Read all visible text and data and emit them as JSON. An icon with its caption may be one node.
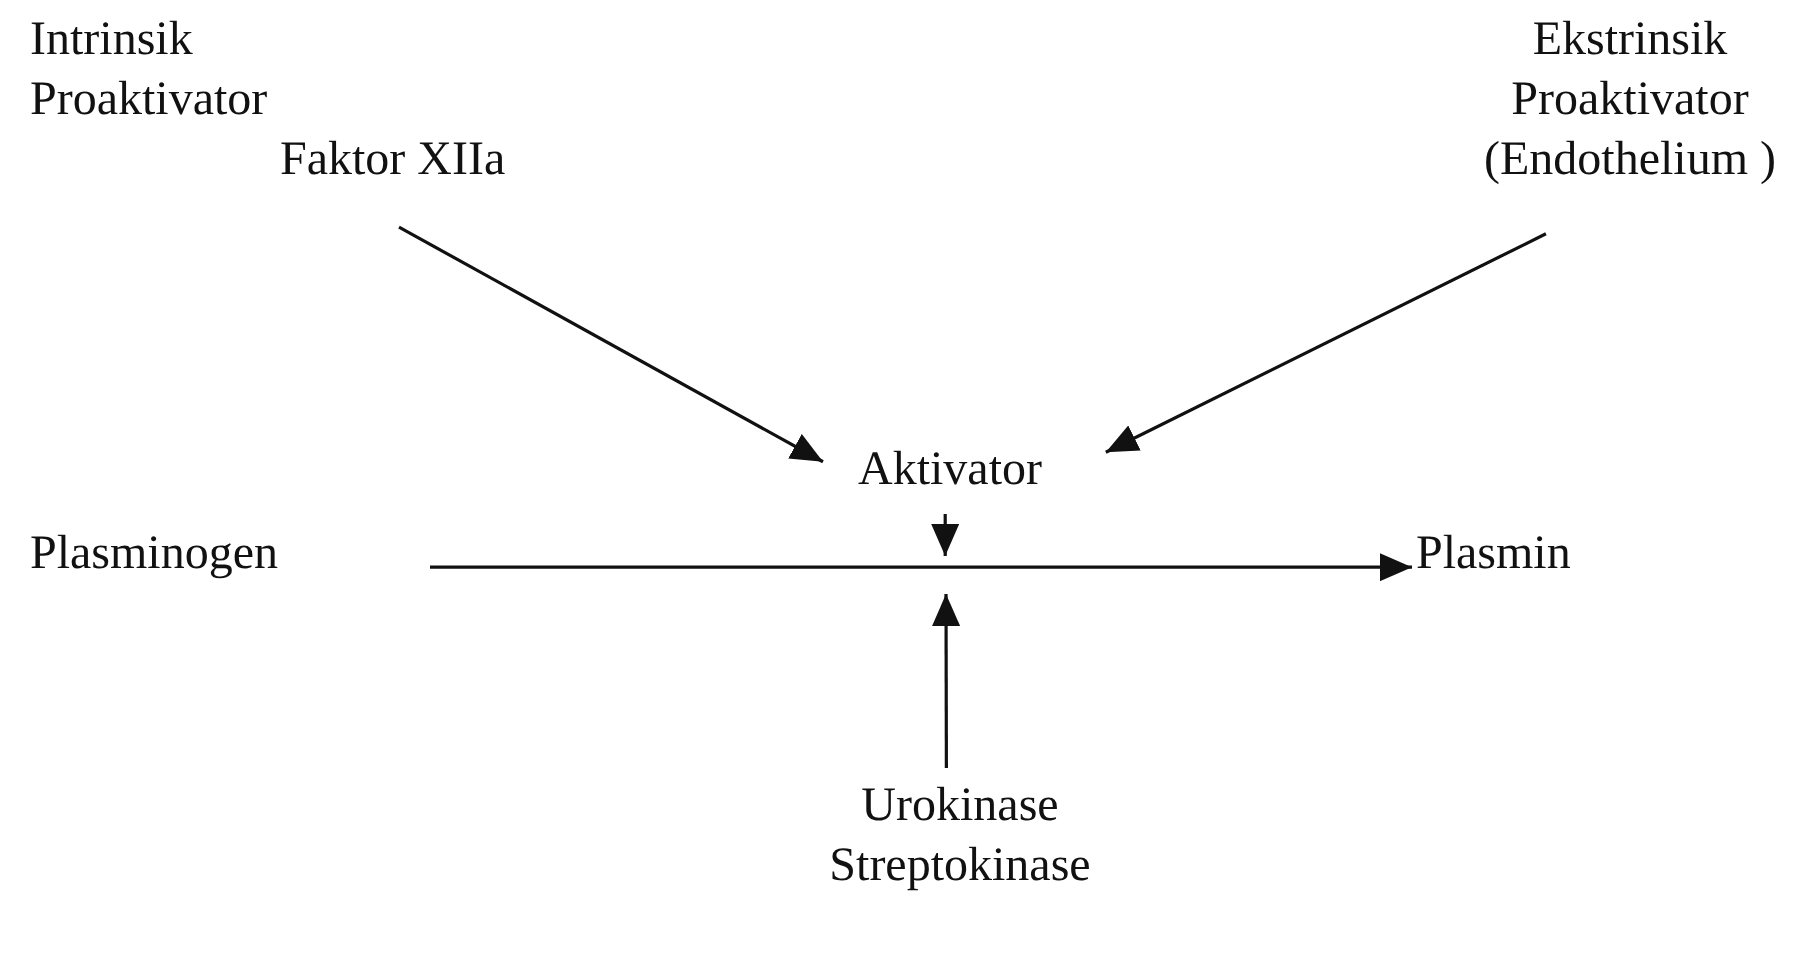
{
  "diagram": {
    "nodes": [
      {
        "text": [
          "Intrinsik Proaktivator",
          "Faktor XIIa"
        ]
      },
      {
        "text": [
          "Ekstrinsik Proaktivator (Endothelium )"
        ]
      },
      {
        "text": [
          "Aktivator"
        ]
      },
      {
        "text": [
          "Plasminogen"
        ]
      },
      {
        "text": [
          "Plasmin"
        ]
      },
      {
        "text": [
          "Urokinase Streptokinase"
        ]
      }
    ],
    "edges": [
      {
        "from": 0,
        "to": 2,
        "arrow": "to"
      },
      {
        "from": 1,
        "to": 2,
        "arrow": "to"
      },
      {
        "from": 2,
        "to": null,
        "arrow": "to"
      },
      {
        "from": 3,
        "to": 4,
        "arrow": "to"
      },
      {
        "from": 5,
        "to": null,
        "arrow": "to"
      }
    ]
  }
}
